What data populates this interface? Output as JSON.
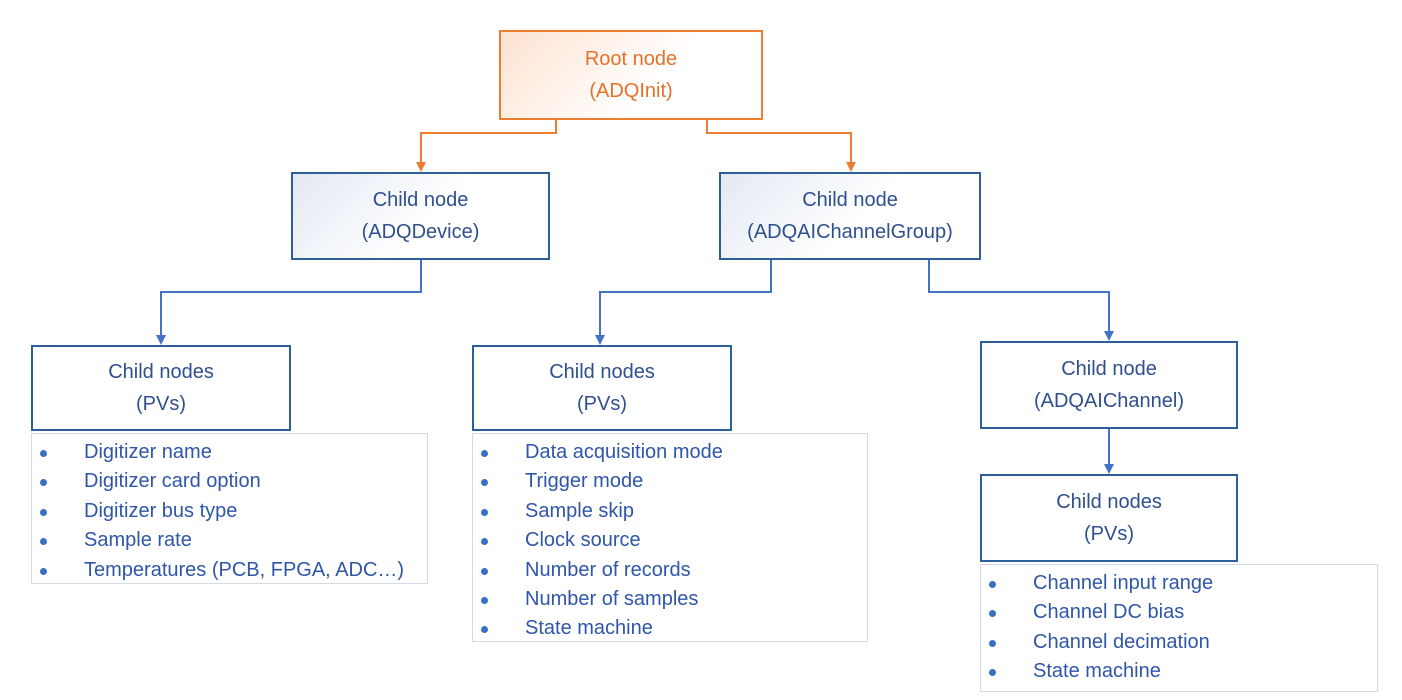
{
  "colors": {
    "root": "#ed7d31",
    "node": "#2e5f99",
    "connector_blue": "#4472c4",
    "connector_orange": "#ed7d31",
    "list_text": "#2f56a8"
  },
  "root": {
    "title": "Root node",
    "subtitle": "(ADQInit)"
  },
  "device": {
    "title": "Child node",
    "subtitle": "(ADQDevice)"
  },
  "group": {
    "title": "Child node",
    "subtitle": "(ADQAIChannelGroup)"
  },
  "device_pvs": {
    "title": "Child nodes",
    "subtitle": "(PVs)",
    "items": [
      "Digitizer name",
      "Digitizer card option",
      "Digitizer bus type",
      "Sample rate",
      "Temperatures (PCB, FPGA, ADC…)"
    ]
  },
  "group_pvs": {
    "title": "Child nodes",
    "subtitle": "(PVs)",
    "items": [
      "Data acquisition mode",
      "Trigger mode",
      "Sample skip",
      "Clock source",
      "Number of records",
      "Number of samples",
      "State machine"
    ]
  },
  "channel": {
    "title": "Child node",
    "subtitle": "(ADQAIChannel)"
  },
  "channel_pvs": {
    "title": "Child nodes",
    "subtitle": "(PVs)",
    "items": [
      "Channel input range",
      "Channel DC bias",
      "Channel decimation",
      "State machine"
    ]
  }
}
